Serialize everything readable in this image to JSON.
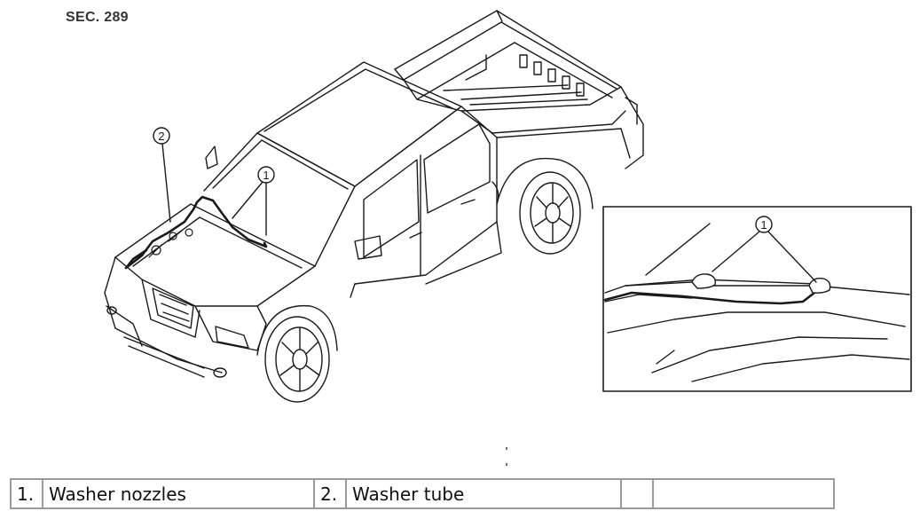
{
  "section_label": "SEC. 289",
  "callouts": {
    "main_nozzle": "1",
    "main_tube": "2",
    "detail_nozzle": "1"
  },
  "legend": [
    {
      "num": "1.",
      "text": "Washer nozzles"
    },
    {
      "num": "2.",
      "text": "Washer tube"
    },
    {
      "num": "",
      "text": ""
    }
  ]
}
